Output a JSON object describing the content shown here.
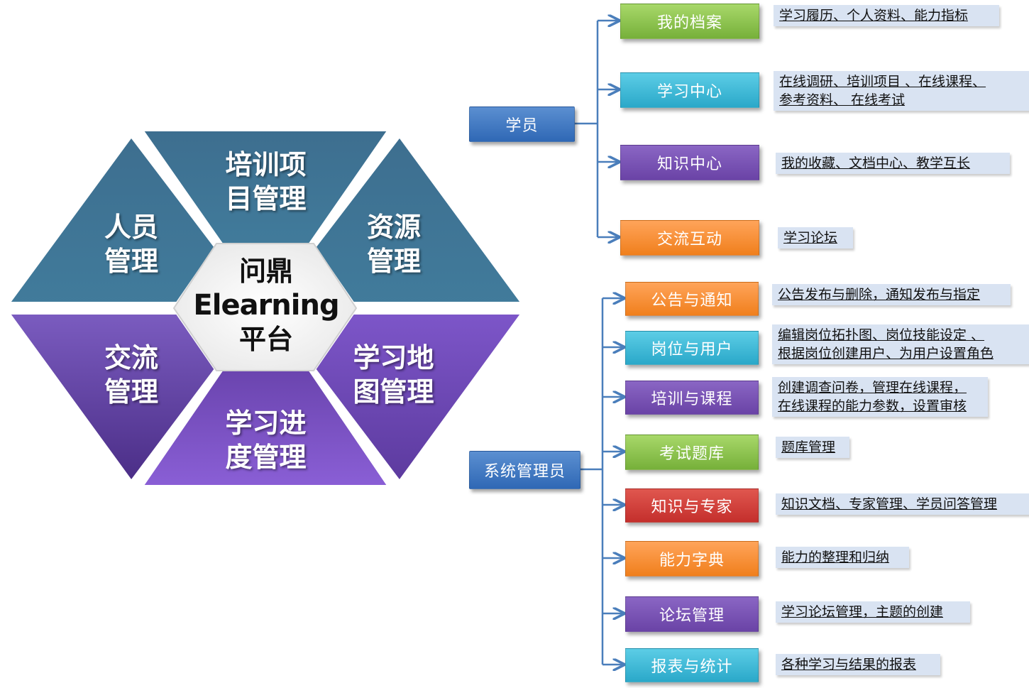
{
  "hexagon": {
    "center": {
      "line1": "问鼎",
      "line2": "Elearning",
      "line3": "平台"
    },
    "segments": {
      "top": {
        "line1": "培训项",
        "line2": "目管理",
        "color": "#3e7093"
      },
      "top_left": {
        "line1": "人员",
        "line2": "管理",
        "color": "#3e7093"
      },
      "top_right": {
        "line1": "资源",
        "line2": "管理",
        "color": "#3e7093"
      },
      "bottom_left": {
        "line1": "交流",
        "line2": "管理",
        "color": "#5e3a9e"
      },
      "bottom_right": {
        "line1": "学习地",
        "line2": "图管理",
        "color": "#6c45b3"
      },
      "bottom": {
        "line1": "学习进",
        "line2": "度管理",
        "color": "#6c45b3"
      }
    }
  },
  "roles": {
    "student": {
      "label": "学员"
    },
    "admin": {
      "label": "系统管理员"
    }
  },
  "student_items": [
    {
      "label": "我的档案",
      "color": "green",
      "desc": [
        "学习履历、个人资料、能力指标"
      ]
    },
    {
      "label": "学习中心",
      "color": "cyan",
      "desc": [
        "在线调研、培训项目 、在线课程、",
        "参考资料、 在线考试"
      ]
    },
    {
      "label": "知识中心",
      "color": "purple",
      "desc": [
        "我的收藏、文档中心、教学互长"
      ]
    },
    {
      "label": "交流互动",
      "color": "orange",
      "desc": [
        "学习论坛"
      ]
    }
  ],
  "admin_items": [
    {
      "label": "公告与通知",
      "color": "orange",
      "desc": [
        "公告发布与删除，通知发布与指定"
      ]
    },
    {
      "label": "岗位与用户",
      "color": "cyan",
      "desc": [
        "编辑岗位拓扑图、岗位技能设定 、",
        "根据岗位创建用户、为用户设置角色"
      ]
    },
    {
      "label": "培训与课程",
      "color": "purple",
      "desc": [
        "创建调查问卷，管理在线课程，",
        "在线课程的能力参数，设置审核"
      ]
    },
    {
      "label": "考试题库",
      "color": "green",
      "desc": [
        "题库管理"
      ]
    },
    {
      "label": "知识与专家",
      "color": "red",
      "desc": [
        "知识文档、专家管理、学员问答管理"
      ]
    },
    {
      "label": "能力字典",
      "color": "orange",
      "desc": [
        "能力的整理和归纳"
      ]
    },
    {
      "label": "论坛管理",
      "color": "purple",
      "desc": [
        "学习论坛管理，主题的创建"
      ]
    },
    {
      "label": "报表与统计",
      "color": "cyan",
      "desc": [
        "各种学习与结果的报表"
      ]
    }
  ],
  "colors": {
    "connector": "#4a7ebb",
    "desc_bg": "#d9e3f2",
    "hex_teal": "#3e7093",
    "hex_purple": "#6c45b3"
  }
}
